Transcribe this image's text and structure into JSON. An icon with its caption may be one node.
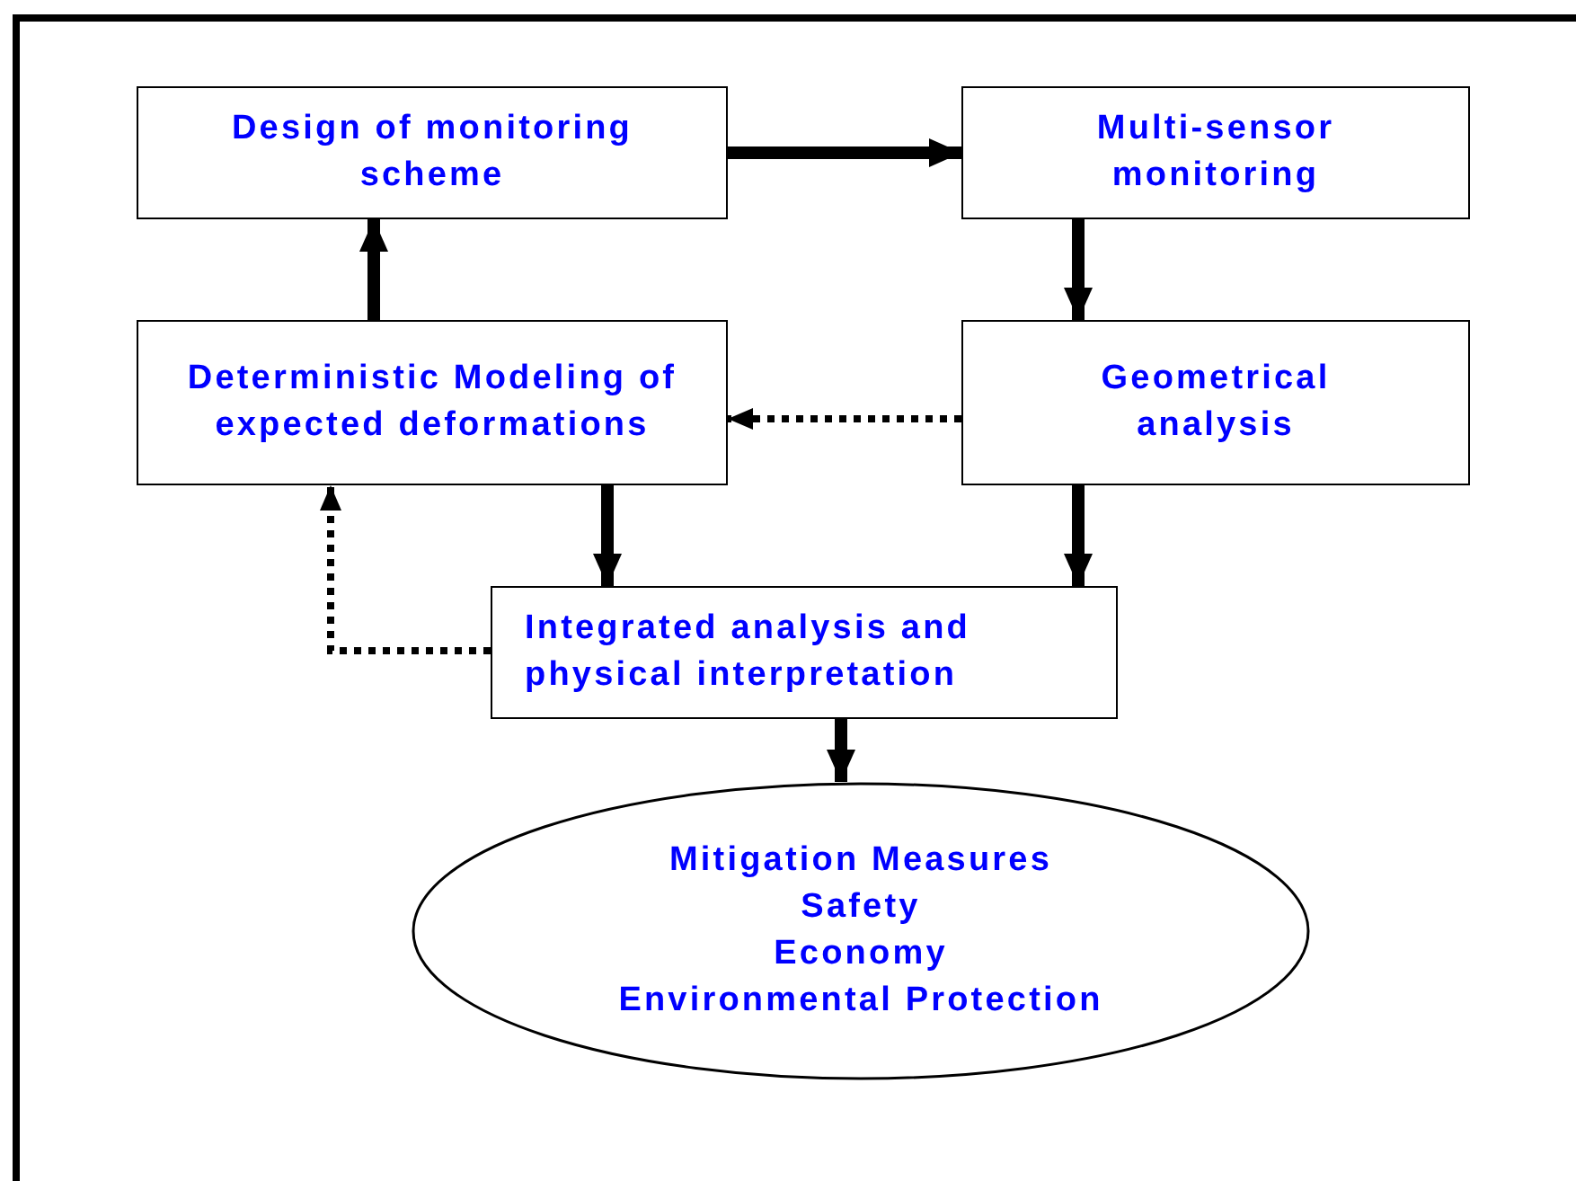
{
  "diagram": {
    "nodes": [
      {
        "text": [
          "Design of monitoring scheme"
        ]
      },
      {
        "text": [
          "Multi-sensor monitoring"
        ]
      },
      {
        "text": [
          "Deterministic Modeling of expected deformations"
        ]
      },
      {
        "text": [
          "Geometrical analysis"
        ]
      },
      {
        "text": [
          "Integrated analysis and physical interpretation"
        ]
      },
      {
        "text": [
          "Mitigation Measures",
          "Safety",
          "Economy",
          "Environmental Protection"
        ]
      }
    ],
    "edges": [
      {
        "from": 0,
        "to": 1,
        "arrow": "to"
      },
      {
        "from": 1,
        "to": 3,
        "arrow": "to"
      },
      {
        "from": 3,
        "to": 2,
        "arrow": "to",
        "style": "dashed"
      },
      {
        "from": 2,
        "to": 0,
        "arrow": "to"
      },
      {
        "from": 2,
        "to": 4,
        "arrow": "to"
      },
      {
        "from": 3,
        "to": 4,
        "arrow": "to"
      },
      {
        "from": 4,
        "to": 2,
        "arrow": "to",
        "style": "dashed"
      },
      {
        "from": 4,
        "to": 5,
        "arrow": "to"
      }
    ]
  }
}
